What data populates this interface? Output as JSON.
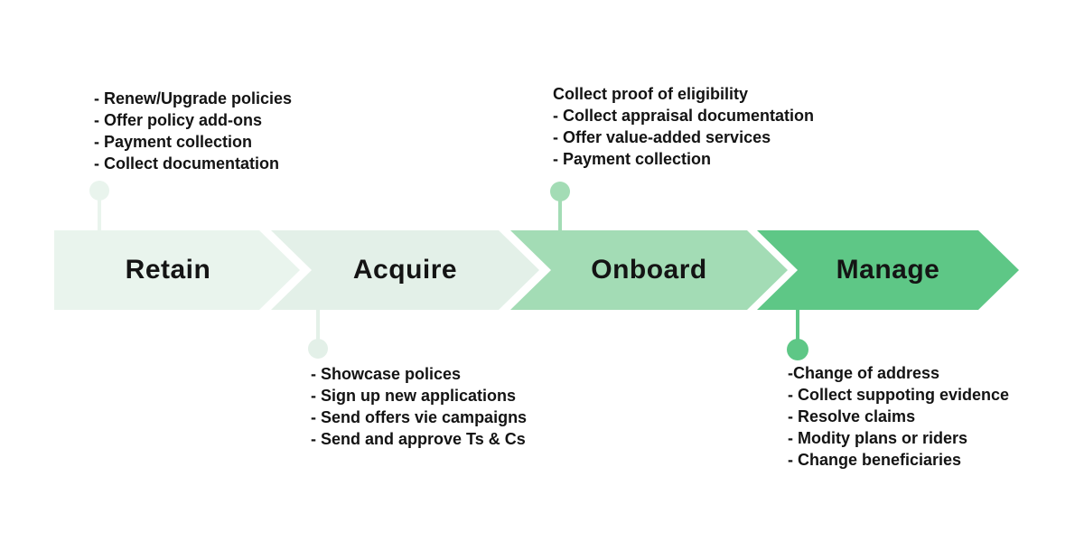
{
  "stages": [
    {
      "label": "Retain",
      "color": "#e9f4ed",
      "notes": [
        "- Renew/Upgrade policies",
        "- Offer policy add-ons",
        "- Payment collection",
        "- Collect documentation"
      ]
    },
    {
      "label": "Acquire",
      "color": "#e3f0e8",
      "notes": [
        "- Showcase polices",
        "- Sign up new applications",
        "- Send offers vie campaigns",
        "- Send and approve Ts & Cs"
      ]
    },
    {
      "label": "Onboard",
      "color": "#a3dcb5",
      "notes": [
        "Collect proof of eligibility",
        "- Collect appraisal documentation",
        "- Offer value-added services",
        "- Payment collection"
      ]
    },
    {
      "label": "Manage",
      "color": "#5ec786",
      "notes": [
        "-Change of address",
        "- Collect suppoting evidence",
        "- Resolve claims",
        "- Modity plans or riders",
        "- Change beneficiaries"
      ]
    }
  ],
  "colors": {
    "text": "#141414",
    "background": "#ffffff"
  }
}
